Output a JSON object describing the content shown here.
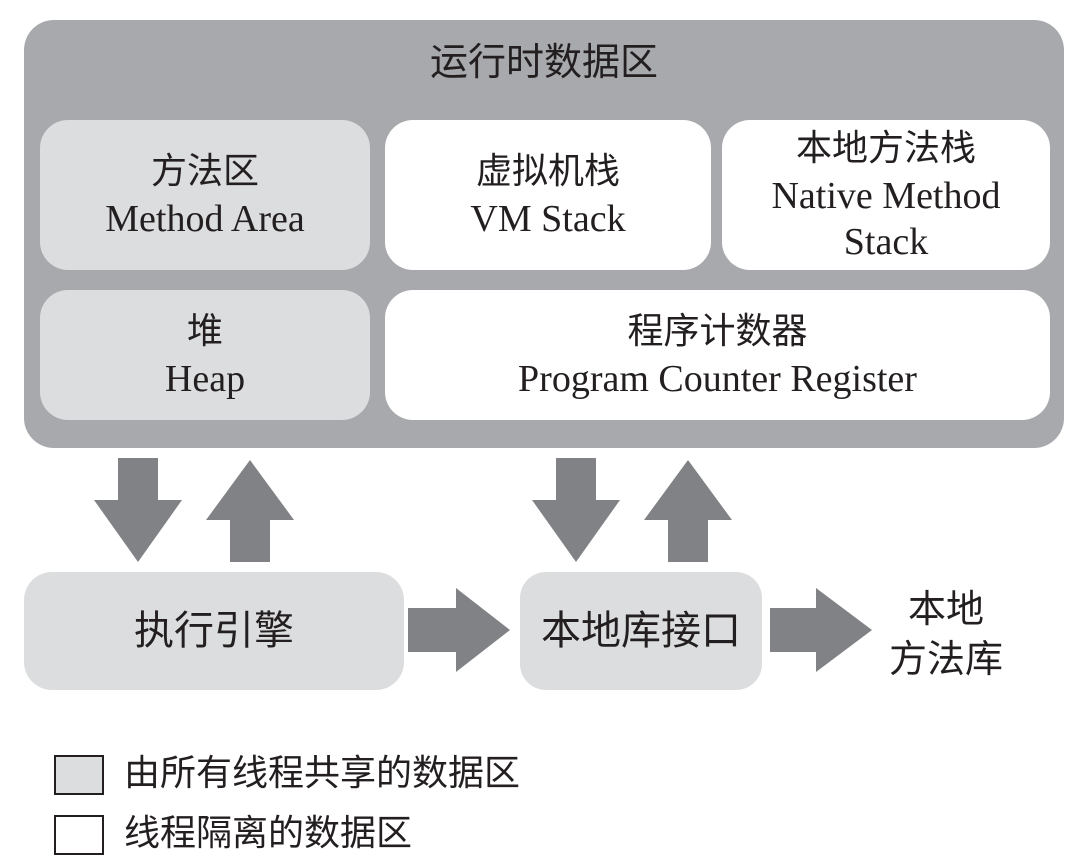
{
  "runtime_data_area": {
    "title": "运行时数据区"
  },
  "method_area": {
    "zh": "方法区",
    "en": "Method Area"
  },
  "vm_stack": {
    "zh": "虚拟机栈",
    "en": "VM Stack"
  },
  "native_method_stack": {
    "zh": "本地方法栈",
    "en_line1": "Native Method",
    "en_line2": "Stack"
  },
  "heap": {
    "zh": "堆",
    "en": "Heap"
  },
  "pc_register": {
    "zh": "程序计数器",
    "en": "Program Counter Register"
  },
  "execution_engine": {
    "label": "执行引擎"
  },
  "native_interface": {
    "label": "本地库接口"
  },
  "native_library": {
    "line1": "本地",
    "line2": "方法库"
  },
  "legend": {
    "shared": "由所有线程共享的数据区",
    "isolated": "线程隔离的数据区"
  },
  "colors": {
    "outer": "#a7a9ac",
    "shared": "#dcddde",
    "isolated": "#ffffff",
    "arrow": "#808285",
    "text": "#231f20"
  }
}
